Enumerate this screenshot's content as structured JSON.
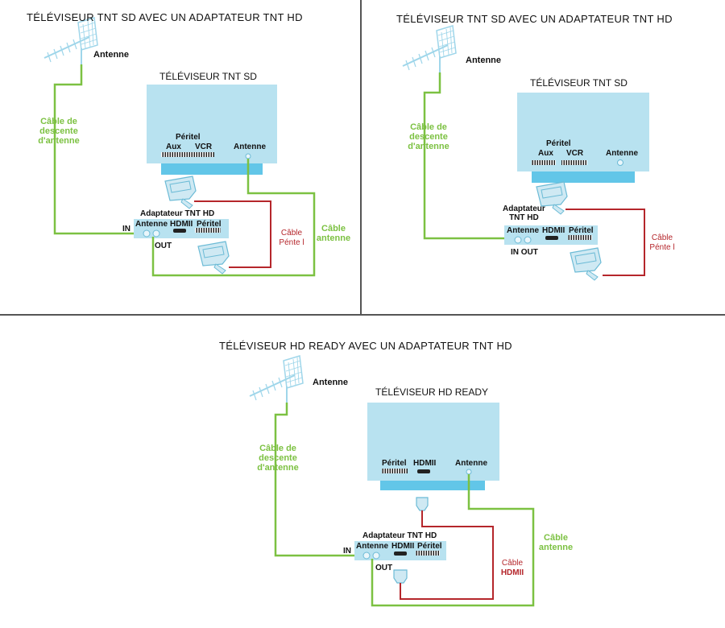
{
  "colors": {
    "tv_body": "#b8e2f0",
    "tv_stand": "#62c6e8",
    "antenna_cable": "#7cc142",
    "peritel_cable": "#b5262b",
    "hdmi_cable": "#b5262b",
    "divider": "#555555"
  },
  "panels": [
    {
      "title": "TÉLÉVISEUR TNT SD  AVEC  UN  ADAPTATEUR TNT HD",
      "antenna_label": "Antenne",
      "descent_cable_label": [
        "Câble de",
        "descente",
        "d'antenne"
      ],
      "tv_title": "TÉLÉVISEUR TNT SD",
      "tv_peritel_label": "Péritel",
      "tv_aux_label": "Aux",
      "tv_vcr_label": "VCR",
      "tv_antenne_label": "Antenne",
      "adapter_title": "Adaptateur TNT HD",
      "adapter_antenne_label": "Antenne",
      "adapter_hdmi_label": "HDMII",
      "adapter_peritel_label": "Péritel",
      "in_label": "IN",
      "out_label": "OUT",
      "peritel_cable_label": [
        "Câble",
        "Pénte l"
      ],
      "antenna_cable_label": [
        "Câble",
        "antenne"
      ]
    },
    {
      "title": "TÉLÉVISEUR TNT SD  AVEC  UN  ADAPTATEUR TNT HD",
      "antenna_label": "Antenne",
      "descent_cable_label": [
        "Câble de",
        "descente",
        "d'antenne"
      ],
      "tv_title": "TÉLÉVISEUR TNT SD",
      "tv_peritel_label": "Péritel",
      "tv_aux_label": "Aux",
      "tv_vcr_label": "VCR",
      "tv_antenne_label": "Antenne",
      "adapter_title": [
        "Adaptateur",
        "TNT HD"
      ],
      "adapter_antenne_label": "Antenne",
      "adapter_hdmi_label": "HDMII",
      "adapter_peritel_label": "Péritel",
      "in_out_label": "IN OUT",
      "peritel_cable_label": [
        "Câble",
        "Pénte l"
      ]
    },
    {
      "title": "TÉLÉVISEUR HD READY  AVEC  UN  ADAPTATEUR TNT HD",
      "antenna_label": "Antenne",
      "descent_cable_label": [
        "Câble de",
        "descente",
        "d'antenne"
      ],
      "tv_title": "TÉLÉVISEUR  HD READY",
      "tv_peritel_label": "Péritel",
      "tv_hdmi_label": "HDMII",
      "tv_antenne_label": "Antenne",
      "adapter_title": "Adaptateur TNT HD",
      "adapter_antenne_label": "Antenne",
      "adapter_hdmi_label": "HDMII",
      "adapter_peritel_label": "Péritel",
      "in_label": "IN",
      "out_label": "OUT",
      "hdmi_cable_label": [
        "Câble",
        "HDMII"
      ],
      "antenna_cable_label": [
        "Câble",
        "antenne"
      ]
    }
  ]
}
